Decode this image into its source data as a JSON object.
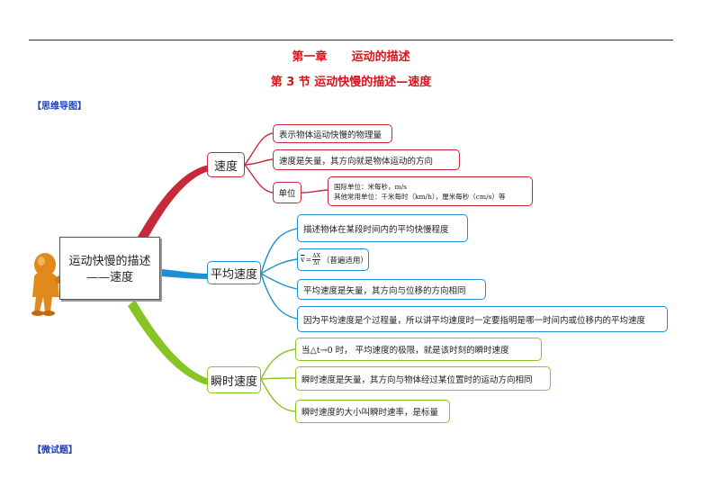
{
  "header": {
    "chapter": "第一章      运动的描述",
    "section": "第 3 节  运动快慢的描述—速度"
  },
  "tags": {
    "mindmap": "【思维导图】",
    "quiz": "【微试题】"
  },
  "mindmap": {
    "center_line1": "运动快慢的描述",
    "center_line2": "——速度",
    "speed": {
      "label": "速度",
      "items": [
        "表示物体运动快慢的物理量",
        "速度是矢量，其方向就是物体运动的方向"
      ],
      "unit_label": "单位",
      "unit_line1": "国际单位：米每秒，m/s",
      "unit_line2": "其他常用单位：千米每时（km/h），厘米每秒（cm/s）等"
    },
    "average": {
      "label": "平均速度",
      "items": [
        "描述物体在某段时间内的平均快慢程度",
        "（普遍适用）",
        "平均速度是矢量，其方向与位移的方向相同",
        "因为平均速度是个过程量，所以讲平均速度时一定要指明是哪一时间内或位移内的平均速度"
      ],
      "formula": {
        "lhs": "v",
        "eq": "=",
        "num": "ΔX",
        "den": "Δt"
      }
    },
    "instant": {
      "label": "瞬时速度",
      "items": [
        "当△t→0 时， 平均速度的极限，就是该时刻的瞬时速度",
        "瞬时速度是矢量，其方向与物体经过某位置时的运动方向相同",
        "瞬时速度的大小叫瞬时速率，是标量"
      ]
    }
  },
  "colors": {
    "red": "#c62a3a",
    "blue": "#1e8fd0",
    "green": "#86c524",
    "title": "#d8141b",
    "tag": "#1f3fbf"
  }
}
